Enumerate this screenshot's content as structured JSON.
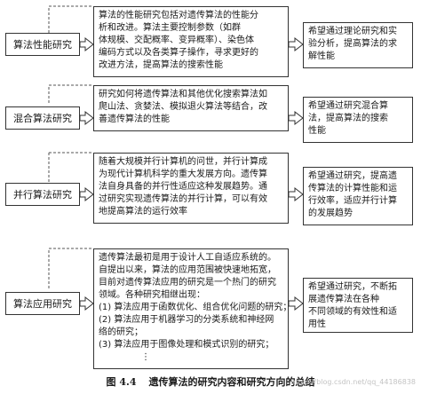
{
  "rows": [
    {
      "label": "算法性能研究",
      "description": [
        "算法的性能研究包括对遗传算法的性能分",
        "析和改进。算法主要控制参数（如群",
        "体规模、交配概率、变异概率）、染色体",
        "编码方式以及各类算子操作，寻求更好的",
        "改进方法，提高算法的搜索性能"
      ],
      "goal": [
        "希望通过理论研究和实",
        "验分析，提高算法的求",
        "解性能"
      ]
    },
    {
      "label": "混合算法研究",
      "description": [
        "研究如何将遗传算法和其他优化搜索算法如",
        "爬山法、贪婪法、模拟退火算法等结合，改",
        "善遗传算法的性能"
      ],
      "goal": [
        "希望通过研究混合算",
        "法，提高算法的搜索",
        "性能"
      ]
    },
    {
      "label": "并行算法研究",
      "description": [
        "随着大规模并行计算机的问世，并行计算成",
        "为现代计算机科学的重大发展方向。遗传算",
        "法自身具备的并行性适应这种发展趋势。通",
        "过研究实现遗传算法的并行计算，可以有效",
        "地提高算法的运行效率"
      ],
      "goal": [
        "希望通过研究，提高遗",
        "传算法的计算性能和运",
        "行效率，适应并行计算",
        "的发展趋势"
      ]
    },
    {
      "label": "算法应用研究",
      "description": [
        "遗传算法最初是用于设计人工自适应系统的。",
        "自提出以来，算法的应用范围被快速地拓宽，",
        "目前对遗传算法应用的研究是一个热门的研究",
        "领域。各种研究相继出现：",
        "(1) 算法应用于函数优化、组合优化问题的研究；",
        "(2) 算法应用于机器学习的分类系统和神经网",
        "络的研究；",
        "(3) 算法应用于图像处理和模式识别的研究；",
        "⋮"
      ],
      "goal": [
        "希望通过研究，不断拓",
        "展遗传算法在各种",
        "不同领域的有效性和适",
        "用性"
      ]
    }
  ],
  "caption": {
    "number": "图 4.4",
    "title": "遗传算法的研究内容和研究方向的总结"
  },
  "watermark": "https://blog.csdn.net/qq_44186838",
  "colors": {
    "border": "#333333",
    "text": "#1a1a1a",
    "watermark": "#c4c4c4"
  }
}
